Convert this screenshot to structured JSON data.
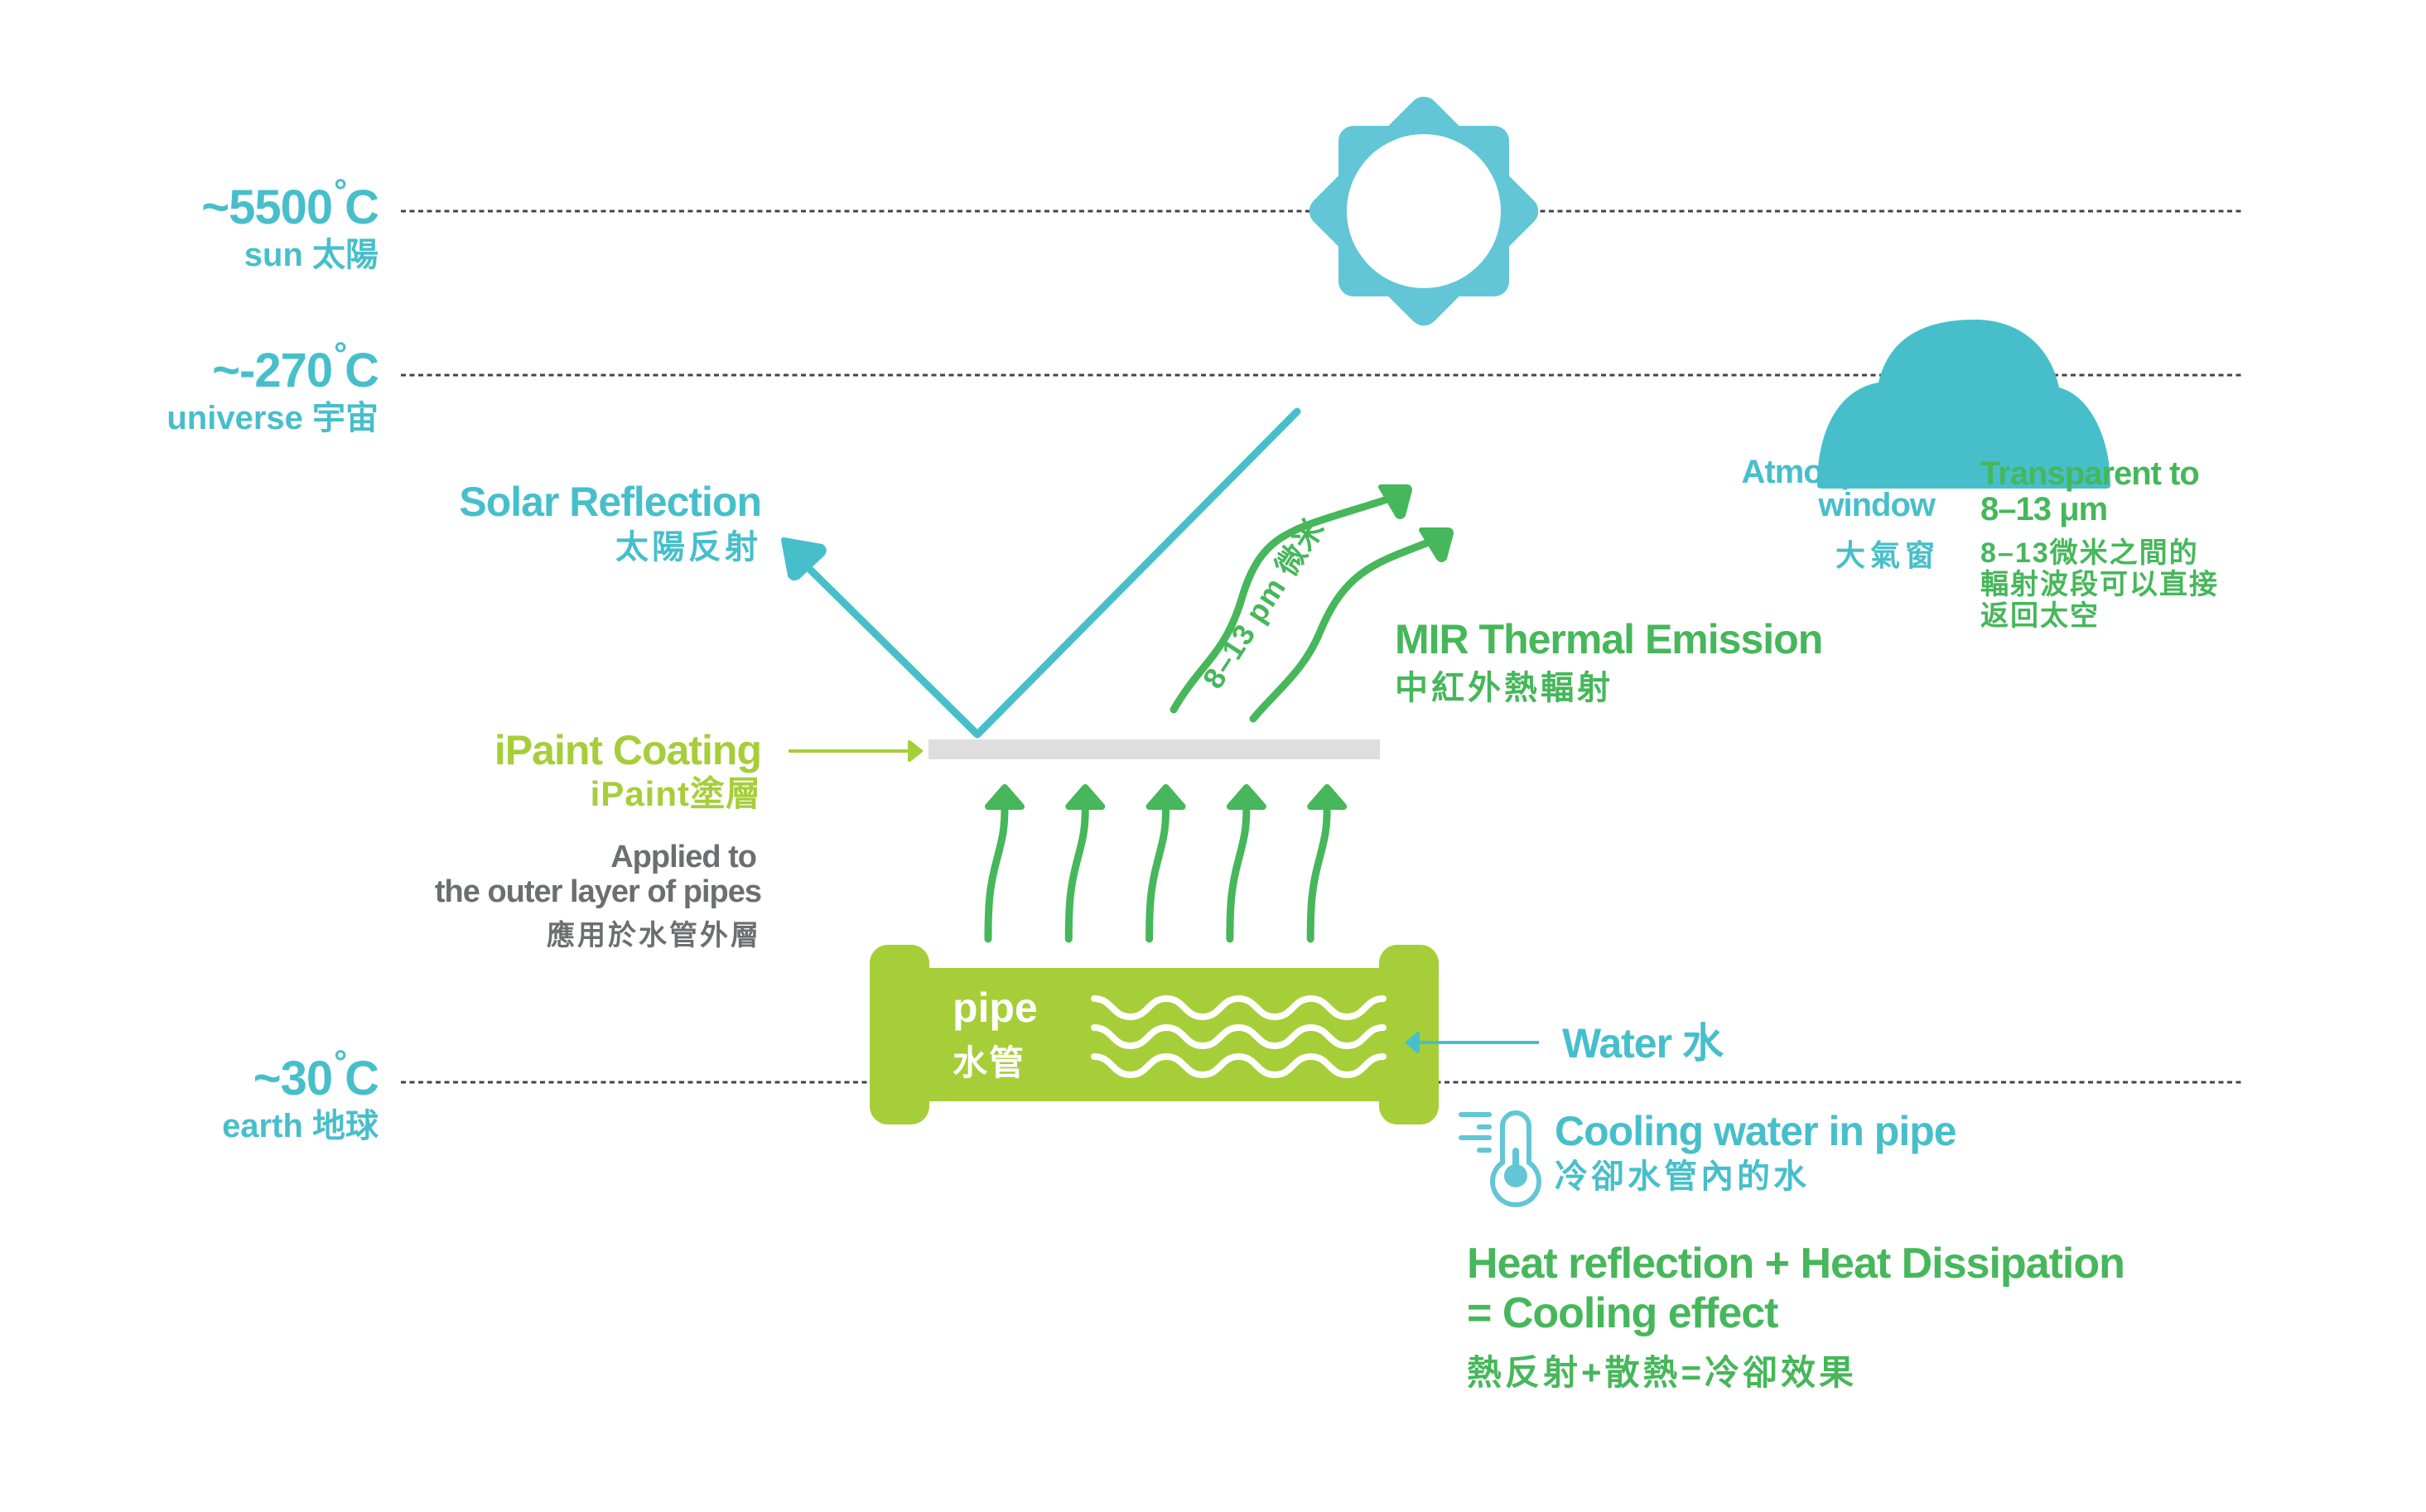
{
  "colors": {
    "teal": "#47BFCB",
    "green": "#46B75A",
    "lime": "#A6CE39",
    "grey": "#6D6E71",
    "coating": "#DEDEDE",
    "dashed_line": "#444444",
    "sun": "#62C6D6",
    "cloud": "#47BFCB"
  },
  "levels": [
    {
      "id": "sun",
      "temp_prefix": "~5500",
      "unit": "C",
      "degree": "°",
      "place": "sun 太陽"
    },
    {
      "id": "universe",
      "temp_prefix": "~-270",
      "unit": "C",
      "degree": "°",
      "place": "universe 宇宙"
    },
    {
      "id": "earth",
      "temp_prefix": "~30",
      "unit": "C",
      "degree": "°",
      "place": "earth 地球"
    }
  ],
  "solar_reflection": {
    "en": "Solar Reflection",
    "zh": "太陽反射"
  },
  "ipaint": {
    "title_en": "iPaint Coating",
    "title_zh": "iPaint塗層",
    "desc_en_line1": "Applied to",
    "desc_en_line2": "the outer layer of pipes",
    "desc_zh": "應用於水管外層"
  },
  "mir": {
    "en": "MIR Thermal Emission",
    "zh": "中紅外熱輻射",
    "wave_label": "8–13 pm 微米"
  },
  "atmosphere": {
    "window_en_line1": "Atmospheric",
    "window_en_line2": "window",
    "window_zh": "大氣窗",
    "transparent_en_line1": "Transparent to",
    "transparent_en_line2": "8–13 μm",
    "transparent_zh_line1": "8–13微米之間的",
    "transparent_zh_line2": "輻射波段可以直接",
    "transparent_zh_line3": "返回太空"
  },
  "pipe": {
    "en": "pipe",
    "zh": "水管"
  },
  "water": {
    "label": "Water 水"
  },
  "cooling": {
    "en": "Cooling water in pipe",
    "zh": "冷卻水管內的水"
  },
  "summary": {
    "line1": "Heat reflection + Heat Dissipation",
    "line2": "= Cooling effect",
    "zh": "熱反射+散熱=冷卻效果"
  },
  "icons": {
    "sun": "sun-icon",
    "cloud": "cloud-icon",
    "thermometer": "thermometer-icon",
    "heat_arrow_count": 5
  }
}
